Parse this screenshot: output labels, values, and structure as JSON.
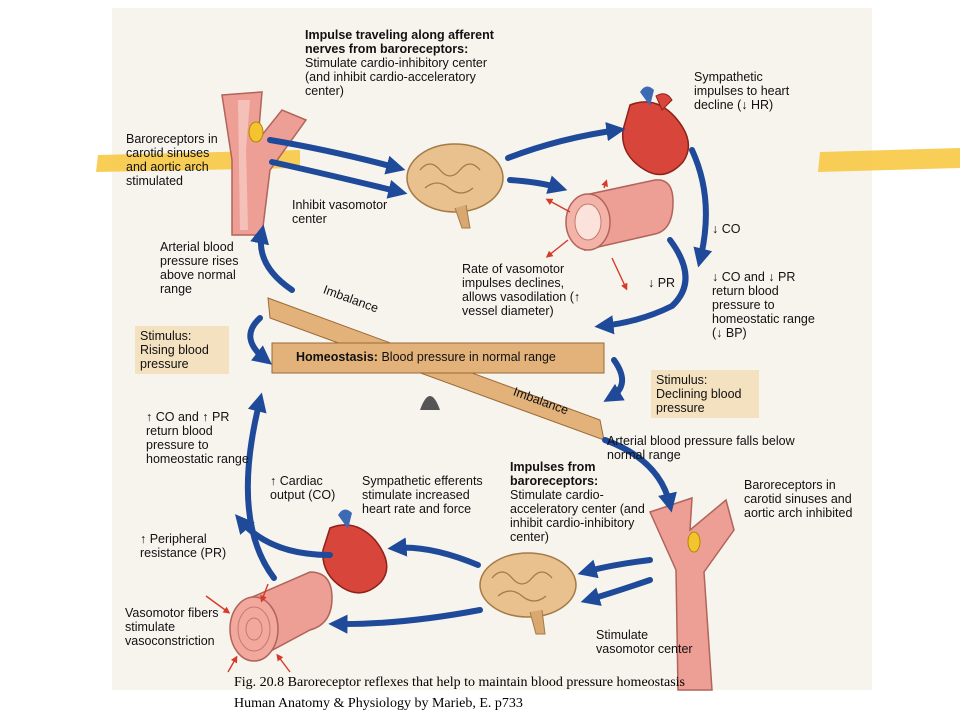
{
  "labels": {
    "impulse_afferent_title": "Impulse traveling along afferent nerves from baroreceptors:",
    "impulse_afferent_body": "Stimulate cardio-inhibitory center (and inhibit cardio-acceleratory center)",
    "baroreceptors_stimulated": "Baroreceptors in carotid sinuses and aortic arch stimulated",
    "inhibit_vasomotor": "Inhibit vasomotor center",
    "sympathetic_decline": "Sympathetic impulses to heart decline (↓ HR)",
    "arterial_rises": "Arterial blood pressure rises above normal range",
    "co_down": "↓ CO",
    "rate_vasomotor": "Rate of vasomotor impulses declines, allows vasodilation (↑ vessel diameter)",
    "pr_down": "↓ PR",
    "co_pr_down_return": "↓ CO and ↓ PR return blood pressure to homeostatic range (↓ BP)",
    "stimulus_rising": "Stimulus: Rising blood pressure",
    "imbalance_top": "Imbalance",
    "homeostasis_label": "Homeostasis:",
    "homeostasis_text": "Blood pressure in normal range",
    "imbalance_bottom": "Imbalance",
    "stimulus_declining": "Stimulus: Declining blood pressure",
    "co_pr_up_return": "↑ CO and ↑ PR return blood pressure to homeostatic range",
    "arterial_falls": "Arterial blood pressure falls below normal range",
    "impulses_title": "Impulses from baroreceptors:",
    "impulses_body": "Stimulate cardio-acceleratory center (and inhibit cardio-inhibitory center)",
    "cardiac_output": "↑ Cardiac output (CO)",
    "sympathetic_efferents": "Sympathetic efferents stimulate increased heart rate and force",
    "baroreceptors_inhibited": "Baroreceptors in carotid sinuses and aortic arch inhibited",
    "peripheral_resistance": "↑ Peripheral resistance (PR)",
    "vasomotor_fibers": "Vasomotor fibers stimulate vasoconstriction",
    "stimulate_vasomotor": "Stimulate vasomotor center"
  },
  "caption": {
    "line1": "Fig. 20.8  Baroreceptor reflexes that help to maintain blood pressure homeostasis",
    "line2": "Human Anatomy & Physiology by Marieb, E. p733"
  },
  "colors": {
    "arrow": "#1f4a9a",
    "beam": "#e2b27a",
    "box": "#f3e1c0",
    "organ_red": "#d8453a",
    "vessel_pink": "#ee9f95",
    "brain": "#e9c18e",
    "stripe": "#f7c63a"
  }
}
